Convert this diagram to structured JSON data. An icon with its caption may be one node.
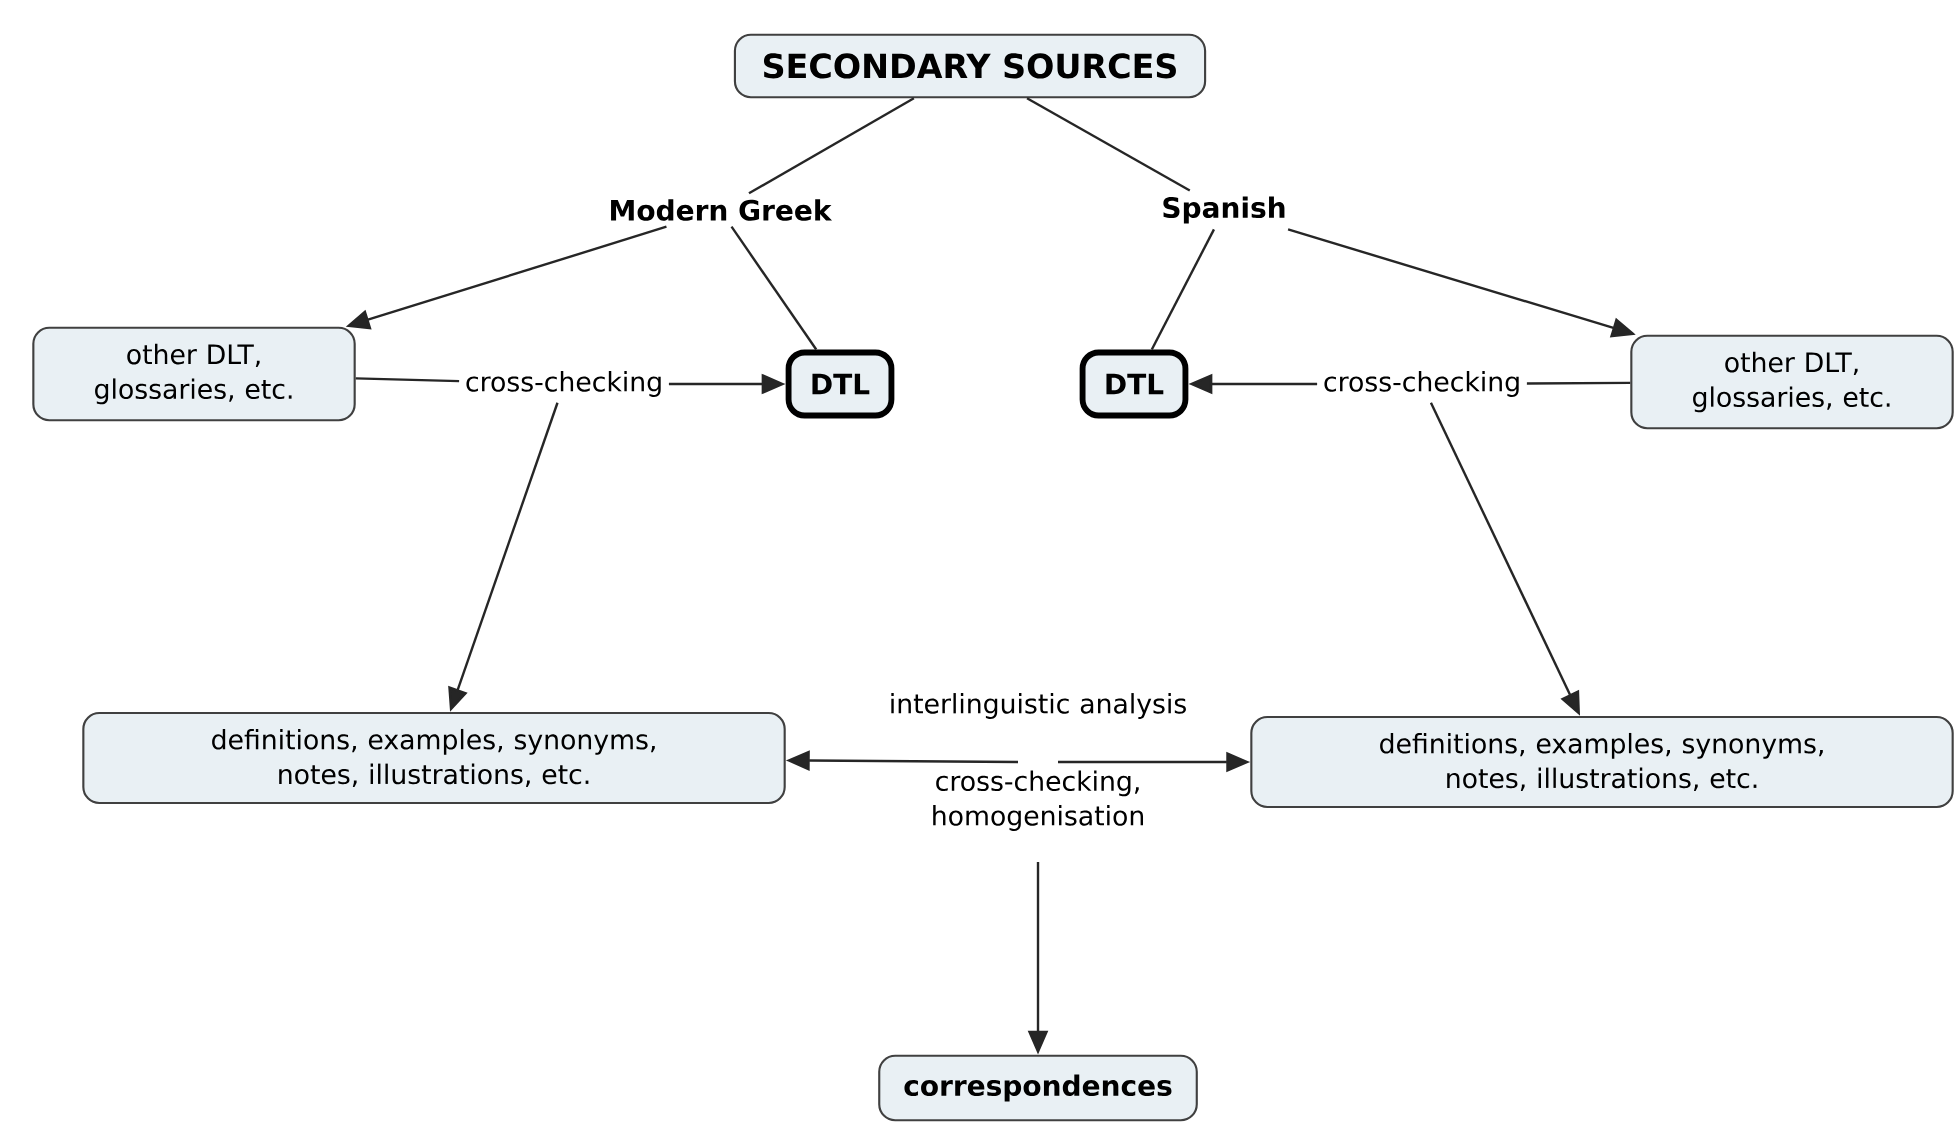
{
  "diagram": {
    "nodes": [
      {
        "text": [
          "SECONDARY SOURCES"
        ]
      },
      {
        "text": [
          "Modern Greek"
        ]
      },
      {
        "text": [
          "Spanish"
        ]
      },
      {
        "text": [
          "other DLT, glossaries, etc."
        ]
      },
      {
        "text": [
          "cross-checking"
        ]
      },
      {
        "text": [
          "DTL"
        ]
      },
      {
        "text": [
          "DTL"
        ]
      },
      {
        "text": [
          "cross-checking"
        ]
      },
      {
        "text": [
          "other DLT, glossaries, etc."
        ]
      },
      {
        "text": [
          "definitions, examples, synonyms, notes, illustrations, etc."
        ]
      },
      {
        "text": [
          "interlinguistic analysis",
          "cross-checking, homogenisation"
        ]
      },
      {
        "text": [
          "definitions, examples, synonyms, notes, illustrations, etc."
        ]
      },
      {
        "text": [
          "correspondences"
        ]
      }
    ],
    "edges": [
      {
        "from": 0,
        "to": 1,
        "arrow": "none"
      },
      {
        "from": 0,
        "to": 2,
        "arrow": "none"
      },
      {
        "from": 1,
        "to": 3,
        "arrow": "to"
      },
      {
        "from": 1,
        "to": 5,
        "arrow": "none"
      },
      {
        "from": 2,
        "to": 6,
        "arrow": "none"
      },
      {
        "from": 2,
        "to": 8,
        "arrow": "to"
      },
      {
        "from": 3,
        "to": 4,
        "arrow": "none"
      },
      {
        "from": 4,
        "to": 5,
        "arrow": "to"
      },
      {
        "from": 4,
        "to": 9,
        "arrow": "to"
      },
      {
        "from": 8,
        "to": 7,
        "arrow": "none"
      },
      {
        "from": 7,
        "to": 6,
        "arrow": "to"
      },
      {
        "from": 7,
        "to": 11,
        "arrow": "to"
      },
      {
        "from": 10,
        "to": 9,
        "arrow": "to"
      },
      {
        "from": 10,
        "to": 11,
        "arrow": "to"
      },
      {
        "from": 10,
        "to": 12,
        "arrow": "to"
      }
    ]
  }
}
